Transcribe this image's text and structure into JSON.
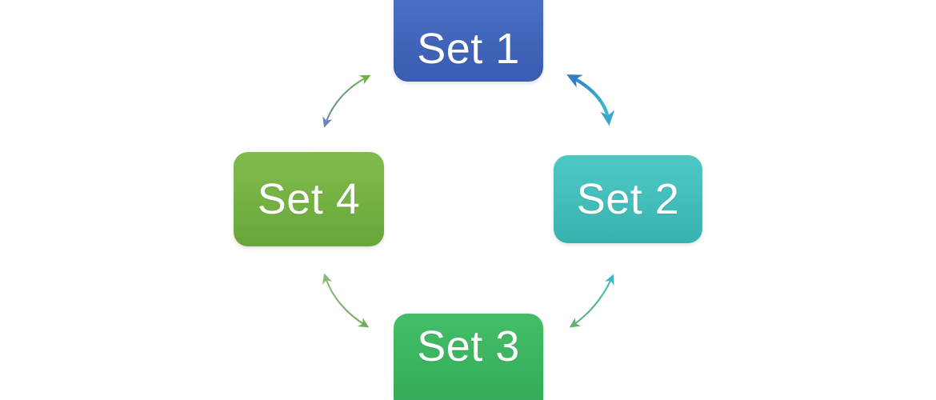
{
  "diagram": {
    "type": "cycle",
    "title": "",
    "background_color": "#ffffff",
    "nodes": [
      {
        "id": "set-1",
        "label": "Set 1",
        "position": "top",
        "fill_top": "#4d73c8",
        "fill_bottom": "#3a5cb2",
        "text_color": "#ffffff"
      },
      {
        "id": "set-2",
        "label": "Set 2",
        "position": "right",
        "fill_top": "#4ec8c4",
        "fill_bottom": "#38b2ae",
        "text_color": "#ffffff"
      },
      {
        "id": "set-3",
        "label": "Set 3",
        "position": "bottom",
        "fill_top": "#45bd68",
        "fill_bottom": "#31a855",
        "text_color": "#ffffff"
      },
      {
        "id": "set-4",
        "label": "Set 4",
        "position": "left",
        "fill_top": "#80bb4e",
        "fill_bottom": "#68a63b",
        "text_color": "#ffffff"
      }
    ],
    "connectors": [
      {
        "id": "arrow-set1-set2",
        "from": "set-1",
        "to": "set-2",
        "style": "double-headed-curved",
        "color_start": "#2f7fc4",
        "color_end": "#3fc0d4",
        "thickness": 4
      },
      {
        "id": "arrow-set2-set3",
        "from": "set-2",
        "to": "set-3",
        "style": "double-headed-curved",
        "color_start": "#3fb9bd",
        "color_end": "#5fae73",
        "thickness": 2
      },
      {
        "id": "arrow-set3-set4",
        "from": "set-3",
        "to": "set-4",
        "style": "double-headed-curved",
        "color_start": "#74ad5e",
        "color_end": "#8bb87a",
        "thickness": 2
      },
      {
        "id": "arrow-set4-set1",
        "from": "set-4",
        "to": "set-1",
        "style": "double-headed-curved",
        "color_start": "#6f86b5",
        "color_end": "#6db33f",
        "thickness": 2
      }
    ]
  }
}
